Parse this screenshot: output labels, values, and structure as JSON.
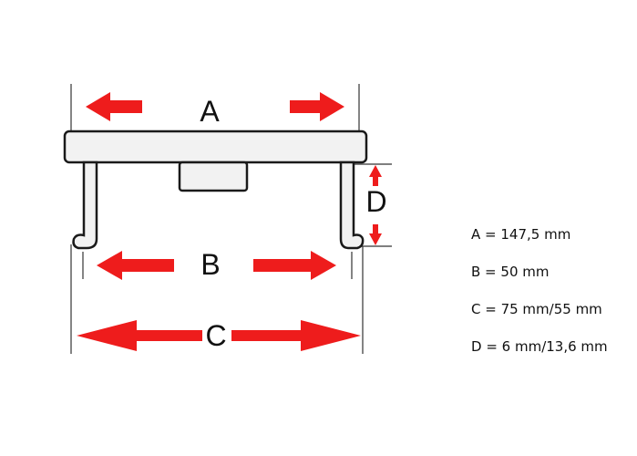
{
  "labels": {
    "a": "A",
    "b": "B",
    "c": "C",
    "d": "D"
  },
  "dimensions": [
    "A = 147,5 mm",
    "B = 50 mm",
    "C = 75 mm/55 mm",
    "D = 6 mm/13,6 mm"
  ],
  "colors": {
    "arrow": "#ee1c1c",
    "outline": "#1a1a1a",
    "body_fill": "#f2f2f2",
    "guide": "#333333"
  }
}
